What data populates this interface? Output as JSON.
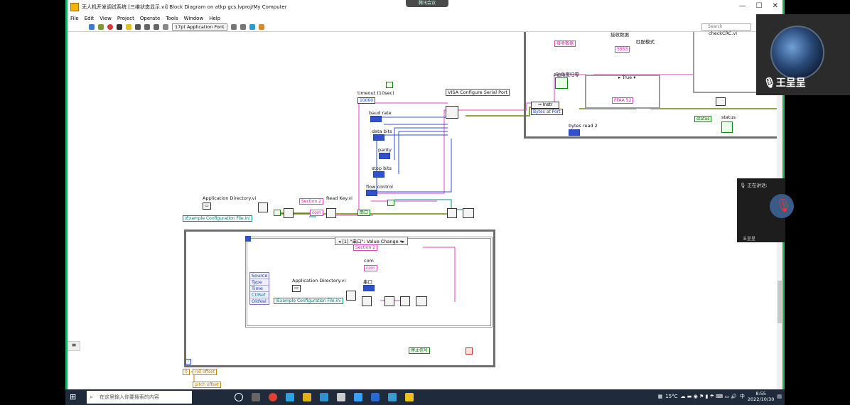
{
  "window": {
    "title": "无人机开发调试系统 [三维状态显示.vi] Block Diagram on atkp gcs.lvproj/My Computer",
    "meeting_pill": "腾讯会议"
  },
  "menu": [
    "File",
    "Edit",
    "View",
    "Project",
    "Operate",
    "Tools",
    "Window",
    "Help"
  ],
  "toolbar": {
    "font_select": "17pt Application Font",
    "search_placeholder": "Search"
  },
  "diagram": {
    "visa_label": "VISA Configure Serial Port",
    "timeout_label": "timeout (10sec)",
    "timeout_value": "10000",
    "baud_rate": "baud rate",
    "data_bits": "data bits",
    "parity": "parity",
    "stop_bits": "stop bits",
    "flow_control": "flow control",
    "app_dir": "Application Directory.vi",
    "config_file": "\\Example Configuration File.ini",
    "section2": "Section 2",
    "com": "com",
    "read_key": "Read Key.vi",
    "serial_port": "串口",
    "bytes_at_port": "Bytes at Port",
    "instr": "Instr",
    "bytes_read2": "bytes read 2",
    "true_label": "True",
    "hex1": "FFAA 52",
    "hex2": "5553",
    "receive_data": "接收数据",
    "recv_data2": "接收数据",
    "match_mode": "匹配模式",
    "check_crc": "checkCRC.vi",
    "status": "status",
    "z_zero": "z轴角度归零",
    "event_case": "[1] \"串口\": Value Change",
    "event_items": [
      "Source",
      "Type",
      "Time",
      "CtlRef",
      "OldVal"
    ],
    "stop_signal": "停止信号",
    "roll_offset": "roll offset",
    "pitch_offset": "pitch offset",
    "zero_const": "0"
  },
  "presenter": {
    "name": "王呈呈"
  },
  "speaker": {
    "header": "正在讲话:",
    "name": "王呈呈"
  },
  "taskbar": {
    "search_placeholder": "在这里输入你要搜索的内容",
    "weather": "15°C",
    "lang": "中",
    "time": "8:55",
    "date": "2022/10/30"
  }
}
